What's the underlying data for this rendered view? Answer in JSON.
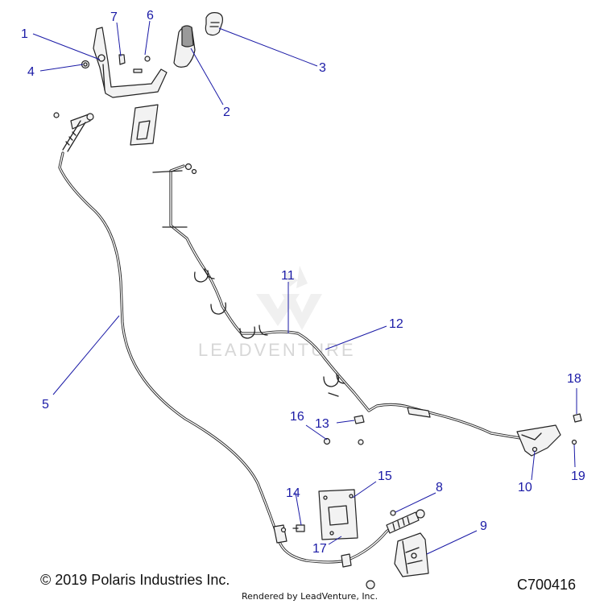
{
  "callouts": [
    {
      "id": "1",
      "label": "1"
    },
    {
      "id": "2",
      "label": "2"
    },
    {
      "id": "3",
      "label": "3"
    },
    {
      "id": "4",
      "label": "4"
    },
    {
      "id": "5",
      "label": "5"
    },
    {
      "id": "6",
      "label": "6"
    },
    {
      "id": "7",
      "label": "7"
    },
    {
      "id": "8",
      "label": "8"
    },
    {
      "id": "9",
      "label": "9"
    },
    {
      "id": "10",
      "label": "10"
    },
    {
      "id": "11",
      "label": "11"
    },
    {
      "id": "12",
      "label": "12"
    },
    {
      "id": "13",
      "label": "13"
    },
    {
      "id": "14",
      "label": "14"
    },
    {
      "id": "15",
      "label": "15"
    },
    {
      "id": "16",
      "label": "16"
    },
    {
      "id": "17",
      "label": "17"
    },
    {
      "id": "18",
      "label": "18"
    },
    {
      "id": "19",
      "label": "19"
    }
  ],
  "watermark": "LEADVENTURE",
  "copyright": "© 2019 Polaris Industries Inc.",
  "diagram_id": "C700416",
  "rendered_by": "Rendered by LeadVenture, Inc.",
  "colors": {
    "callout": "#1a1aa6",
    "line": "#222222",
    "watermark": "#d7d7d7"
  }
}
